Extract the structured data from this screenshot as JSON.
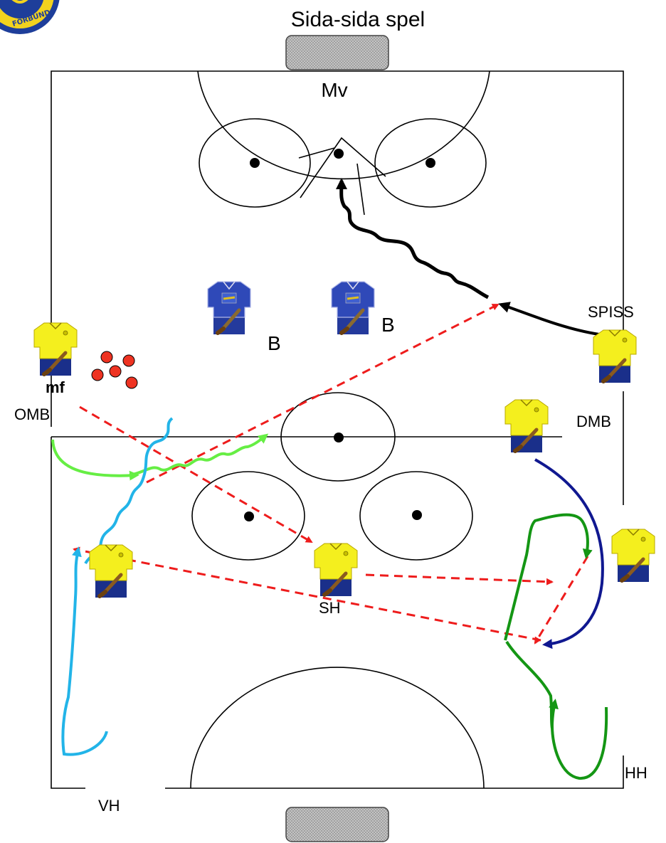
{
  "title": "Sida-sida spel",
  "labels": {
    "mv": "Mv",
    "b1": "B",
    "b2": "B",
    "spiss": "SPISS",
    "omb": "OMB",
    "dmb": "DMB",
    "sh": "SH",
    "vh": "VH",
    "hh": "HH",
    "mf": "mf"
  },
  "logo": {
    "text": "FÖRBUND"
  },
  "colors": {
    "home_shirt": "#f4ef1e",
    "home_shorts": "#1a2f8a",
    "away_kit": "#2f49b8",
    "pass": "#ee1c1c",
    "run_black": "#000000",
    "run_lightgreen": "#66ee44",
    "run_blue": "#22b4e8",
    "run_darkblue": "#101890",
    "run_green": "#149614",
    "ball": "#ee3322",
    "goal": "#c0c0c0"
  }
}
